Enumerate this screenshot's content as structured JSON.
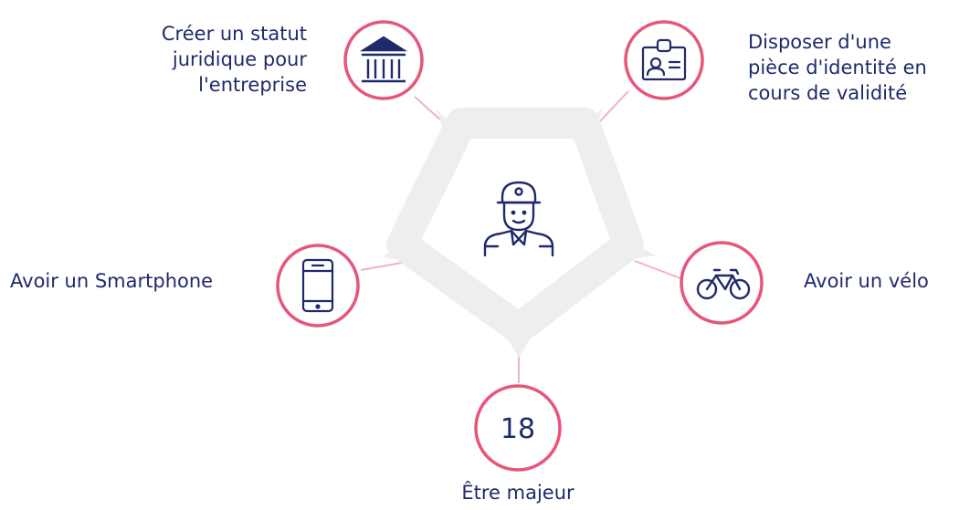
{
  "requirements": {
    "statut_juridique": {
      "icon": "bank-icon",
      "lines": [
        "Créer un statut",
        "juridique pour",
        "l'entreprise"
      ]
    },
    "piece_identite": {
      "icon": "id-card-icon",
      "lines": [
        "Disposer d'une",
        "pièce d'identité en",
        "cours de validité"
      ]
    },
    "smartphone": {
      "icon": "smartphone-icon",
      "lines": [
        "Avoir un Smartphone"
      ]
    },
    "velo": {
      "icon": "bicycle-icon",
      "lines": [
        "Avoir un vélo"
      ]
    },
    "majeur": {
      "icon_text": "18",
      "lines": [
        "Être majeur"
      ]
    }
  },
  "center": {
    "icon": "courier-person-icon"
  },
  "colors": {
    "accent": "#e8557a",
    "text": "#1e2a6b",
    "frame": "#eeeeee",
    "connector": "#f0b2c2"
  }
}
